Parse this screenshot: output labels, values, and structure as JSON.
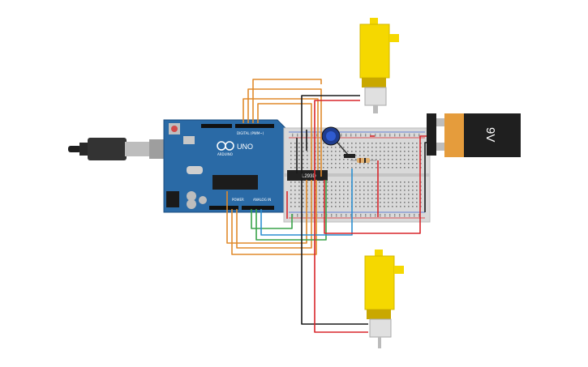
{
  "board": {
    "logo": "ARDUINO",
    "model": "UNO",
    "digital_label": "DIGITAL (PWM~)",
    "power_label": "POWER",
    "analog_label": "ANALOG IN"
  },
  "driver_chip": {
    "label": "L293D"
  },
  "battery": {
    "label": "9V"
  },
  "colors": {
    "arduino_blue": "#2a6aa6",
    "breadboard": "#d9d9d9",
    "motor_yellow": "#f5d800",
    "battery_orange": "#e59c3c",
    "battery_black": "#1f1f1f",
    "wire_orange": "#e08a2c",
    "wire_red": "#d8262b",
    "wire_black": "#1a1a1a",
    "wire_green": "#3aa34a",
    "wire_blue": "#2c8fd1"
  }
}
